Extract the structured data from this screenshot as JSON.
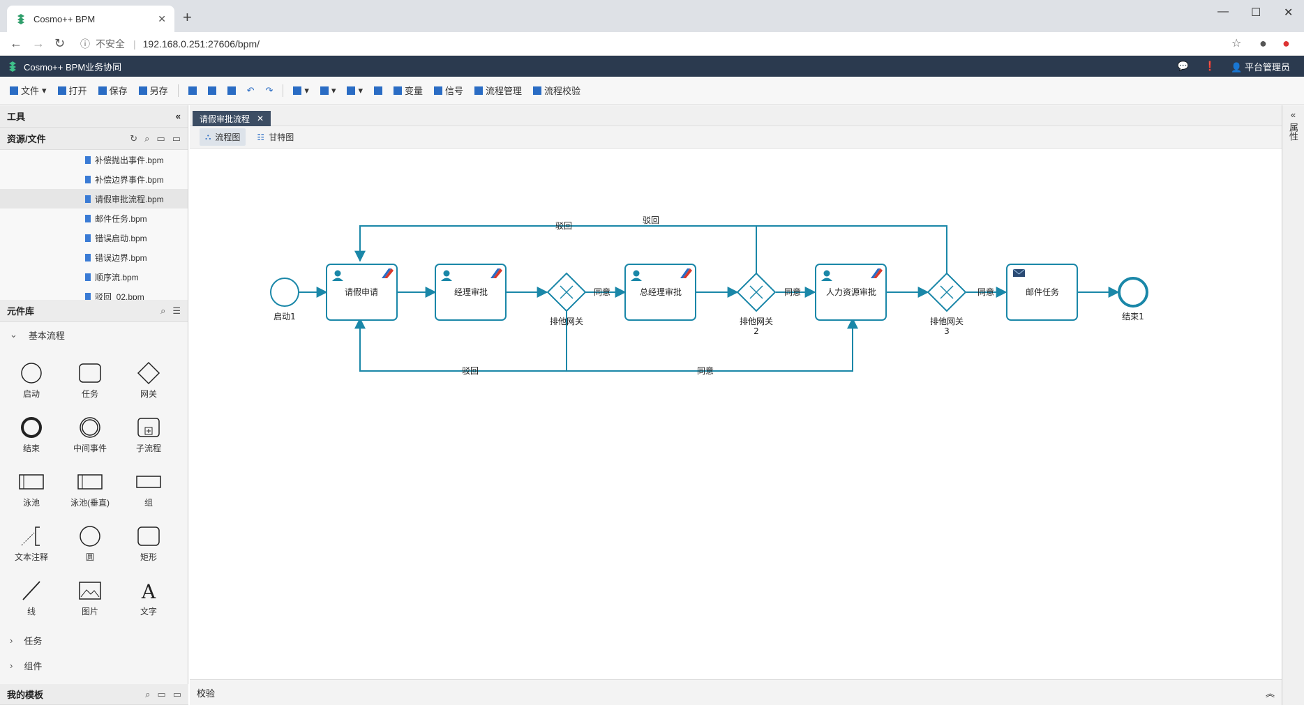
{
  "browser": {
    "tab_title": "Cosmo++ BPM",
    "security_label": "不安全",
    "url": "192.168.0.251:27606/bpm/"
  },
  "app": {
    "title": "Cosmo++ BPM业务协同",
    "user": "平台管理员"
  },
  "toolbar": {
    "file": "文件",
    "open": "打开",
    "save": "保存",
    "save_as": "另存",
    "variables": "变量",
    "signal": "信号",
    "process_manage": "流程管理",
    "process_check": "流程校验"
  },
  "left": {
    "tools_title": "工具",
    "resources_title": "资源/文件",
    "files": [
      "补偿抛出事件.bpm",
      "补偿边界事件.bpm",
      "请假审批流程.bpm",
      "邮件任务.bpm",
      "错误启动.bpm",
      "错误边界.bpm",
      "顺序流.bpm",
      "驳回_02.bpm"
    ],
    "library_title": "元件库",
    "basic_section": "基本流程",
    "elements": [
      "启动",
      "任务",
      "网关",
      "结束",
      "中间事件",
      "子流程",
      "泳池",
      "泳池(垂直)",
      "组",
      "文本注释",
      "圆",
      "矩形",
      "线",
      "图片",
      "文字"
    ],
    "task_section": "任务",
    "component_section": "组件",
    "my_templates": "我的模板"
  },
  "editor": {
    "doc_tab": "请假审批流程",
    "view_flow": "流程图",
    "view_gantt": "甘特图",
    "status_label": "校验",
    "right_panel": "属性"
  },
  "diagram": {
    "start": "启动1",
    "end": "结束1",
    "task1": "请假申请",
    "task2": "经理审批",
    "task3": "总经理审批",
    "task4": "人力资源审批",
    "task5": "邮件任务",
    "gw1": "排他网关",
    "gw2": "排他网关",
    "gw2_num": "2",
    "gw3": "排他网关",
    "gw3_num": "3",
    "agree1": "同意",
    "agree2": "同意",
    "agree3": "同意",
    "agree_bottom": "同意",
    "reject_top1": "驳回",
    "reject_top2": "驳回",
    "reject_bottom": "驳回",
    "accent": "#1a87a8"
  }
}
